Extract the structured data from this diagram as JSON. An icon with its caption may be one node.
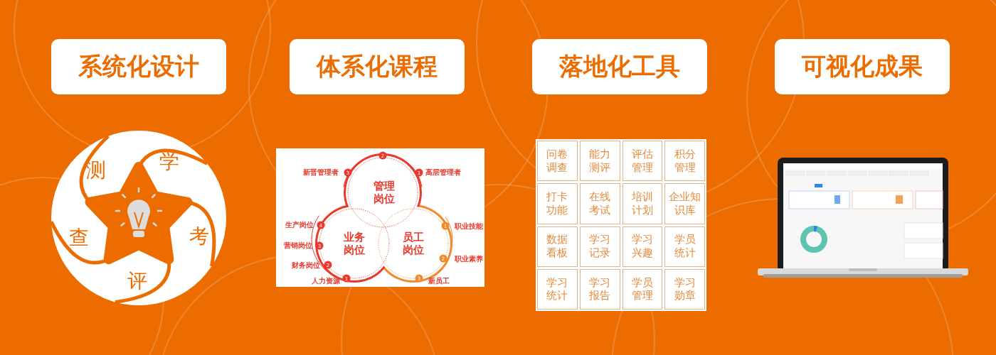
{
  "diagram": {
    "nodes": [
      {
        "text": [
          "系统化设计"
        ]
      },
      {
        "text": [
          "体系化课程"
        ]
      },
      {
        "text": [
          "落地化工具"
        ]
      },
      {
        "text": [
          "可视化成果"
        ]
      },
      {
        "text": [
          "管理岗位"
        ]
      },
      {
        "text": [
          "业务岗位"
        ]
      },
      {
        "text": [
          "员工岗位"
        ]
      },
      {
        "text": [
          "问卷调查"
        ]
      },
      {
        "text": [
          "能力测评"
        ]
      },
      {
        "text": [
          "评估管理"
        ]
      },
      {
        "text": [
          "积分管理"
        ]
      },
      {
        "text": [
          "打卡功能"
        ]
      },
      {
        "text": [
          "在线考试"
        ]
      },
      {
        "text": [
          "培训计划"
        ]
      },
      {
        "text": [
          "企业知识库"
        ]
      },
      {
        "text": [
          "数据看板"
        ]
      },
      {
        "text": [
          "学习记录"
        ]
      },
      {
        "text": [
          "学习兴趣"
        ]
      },
      {
        "text": [
          "学员统计"
        ]
      },
      {
        "text": [
          "学习统计"
        ]
      },
      {
        "text": [
          "学习报告"
        ]
      },
      {
        "text": [
          "学员管理"
        ]
      },
      {
        "text": [
          "学习勋章"
        ]
      }
    ],
    "labels": [
      "测",
      "学",
      "查",
      "考",
      "评",
      "2",
      "新晋管理者",
      "3",
      "1",
      "高层管理者",
      "生产岗位",
      "4",
      "1",
      "职业技能",
      "营销岗位",
      "3",
      "财务岗位",
      "2",
      "2",
      "职业素养",
      "人力资源",
      "1",
      "3",
      "新员工"
    ]
  }
}
